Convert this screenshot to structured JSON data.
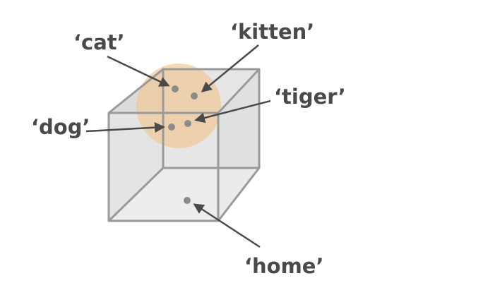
{
  "colors": {
    "face_fill": "#d4d4d4",
    "face_fill_light": "#e6e6e6",
    "edge": "#9a9a9a",
    "cluster_fill": "#f1c48f",
    "point": "#8c8c8c",
    "text": "#4a4a4a"
  },
  "labels": {
    "cat": "‘cat’",
    "kitten": "‘kitten’",
    "tiger": "‘tiger’",
    "dog": "‘dog’",
    "home": "‘home’"
  }
}
